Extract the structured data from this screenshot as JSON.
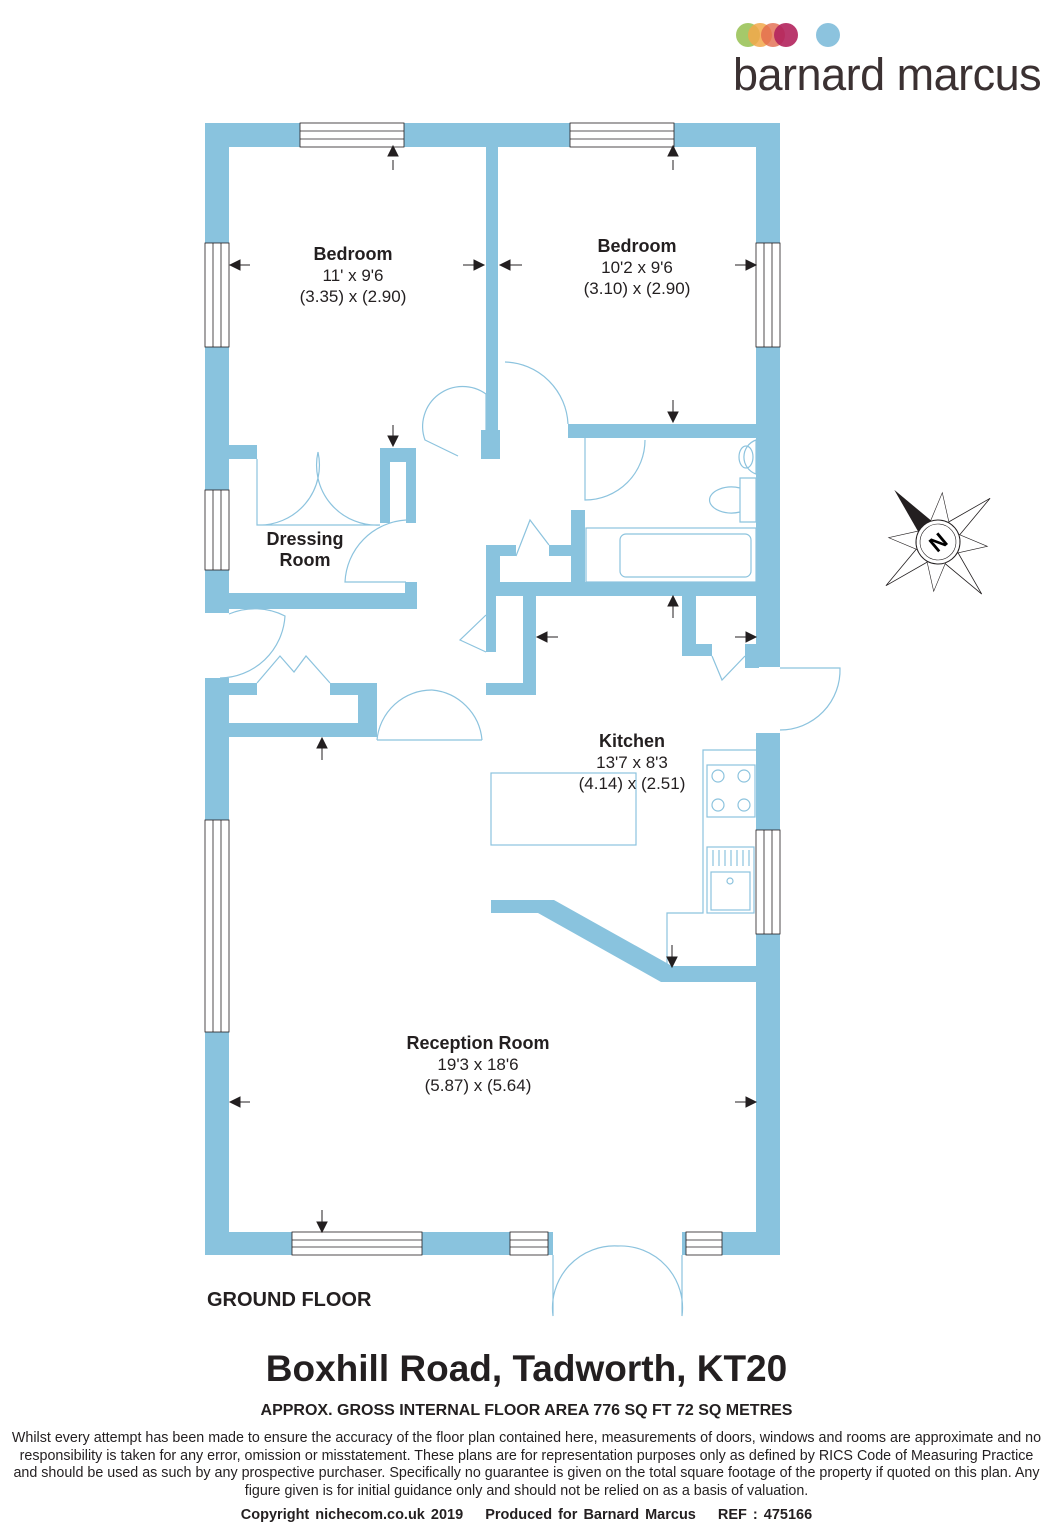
{
  "brand": {
    "name": "barnard marcus",
    "dot_colors": [
      "#9bc35a",
      "#f2a84a",
      "#e26a4d",
      "#b3245d",
      "#8cc3de"
    ]
  },
  "colors": {
    "wall": "#89c3de",
    "fixture_line": "#8cc3de"
  },
  "rooms": {
    "bedroom1": {
      "name": "Bedroom",
      "dim_imperial": "11' x 9'6",
      "dim_metric": "(3.35) x (2.90)"
    },
    "bedroom2": {
      "name": "Bedroom",
      "dim_imperial": "10'2 x 9'6",
      "dim_metric": "(3.10) x (2.90)"
    },
    "dressing": {
      "name_line1": "Dressing",
      "name_line2": "Room"
    },
    "kitchen": {
      "name": "Kitchen",
      "dim_imperial": "13'7 x 8'3",
      "dim_metric": "(4.14) x (2.51)"
    },
    "reception": {
      "name": "Reception Room",
      "dim_imperial": "19'3 x 18'6",
      "dim_metric": "(5.87) x (5.64)"
    }
  },
  "compass": {
    "letter": "N"
  },
  "floor_label": "GROUND FLOOR",
  "address": "Boxhill Road, Tadworth, KT20",
  "area": "APPROX. GROSS INTERNAL FLOOR AREA 776 SQ FT 72 SQ METRES",
  "disclaimer": "Whilst every attempt has been made to ensure the accuracy of the floor plan contained here, measurements of doors, windows and rooms are approximate and no responsibility is taken for any error, omission or misstatement. These plans are for representation purposes only as defined by RICS Code of Measuring Practice and should be used as such by any prospective purchaser.  Specifically no guarantee is given on the total square footage of the property if quoted on this plan. Any figure given is for initial guidance only and should not be relied on as a basis of valuation.",
  "footer": {
    "copyright": "Copyright nichecom.co.uk 2019",
    "produced": "Produced for Barnard Marcus",
    "ref": "REF : 475166"
  }
}
